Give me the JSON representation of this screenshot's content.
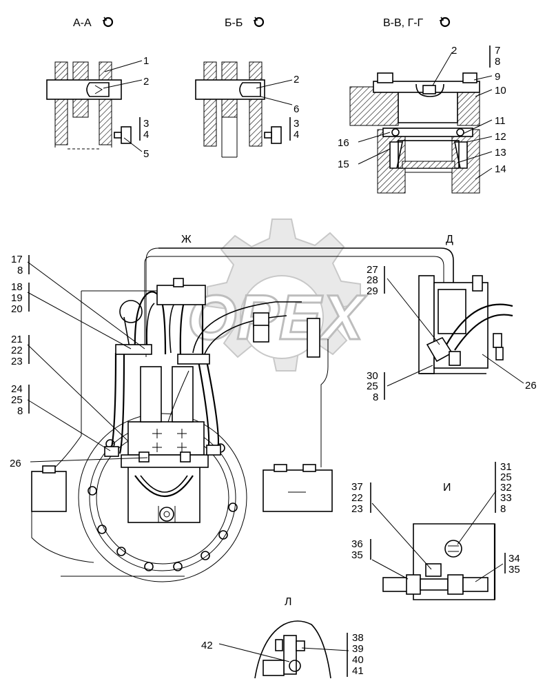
{
  "sections": {
    "aa": {
      "title": "А-А",
      "parts": [
        "1",
        "2",
        "3",
        "4",
        "5"
      ]
    },
    "bb": {
      "title": "Б-Б",
      "parts": [
        "2",
        "6",
        "3",
        "4"
      ]
    },
    "vg": {
      "title": "В-В, Г-Г",
      "parts": [
        "2",
        "7",
        "8",
        "9",
        "10",
        "11",
        "12",
        "13",
        "14",
        "15",
        "16"
      ]
    }
  },
  "views": {
    "zh": "Ж",
    "d": "Д",
    "i": "И",
    "l": "Л"
  },
  "main_callouts": {
    "g1": [
      "17",
      "8"
    ],
    "g2": [
      "18",
      "19",
      "20"
    ],
    "g3": [
      "21",
      "22",
      "23"
    ],
    "g4": [
      "24",
      "25",
      "8"
    ],
    "g5": "26"
  },
  "view_d_callouts": {
    "g1": [
      "27",
      "28",
      "29"
    ],
    "g2": [
      "30",
      "25",
      "8"
    ],
    "g3": "26"
  },
  "view_i_callouts": {
    "g1": [
      "31",
      "25",
      "32",
      "33",
      "8"
    ],
    "g2": [
      "37",
      "22",
      "23"
    ],
    "g3": [
      "36",
      "35"
    ],
    "g4": [
      "34",
      "35"
    ]
  },
  "view_l_callouts": {
    "g1": "42",
    "g2": [
      "38",
      "39",
      "40",
      "41"
    ]
  },
  "watermark": {
    "text": "OPEX",
    "color": "#e9e9e9"
  }
}
